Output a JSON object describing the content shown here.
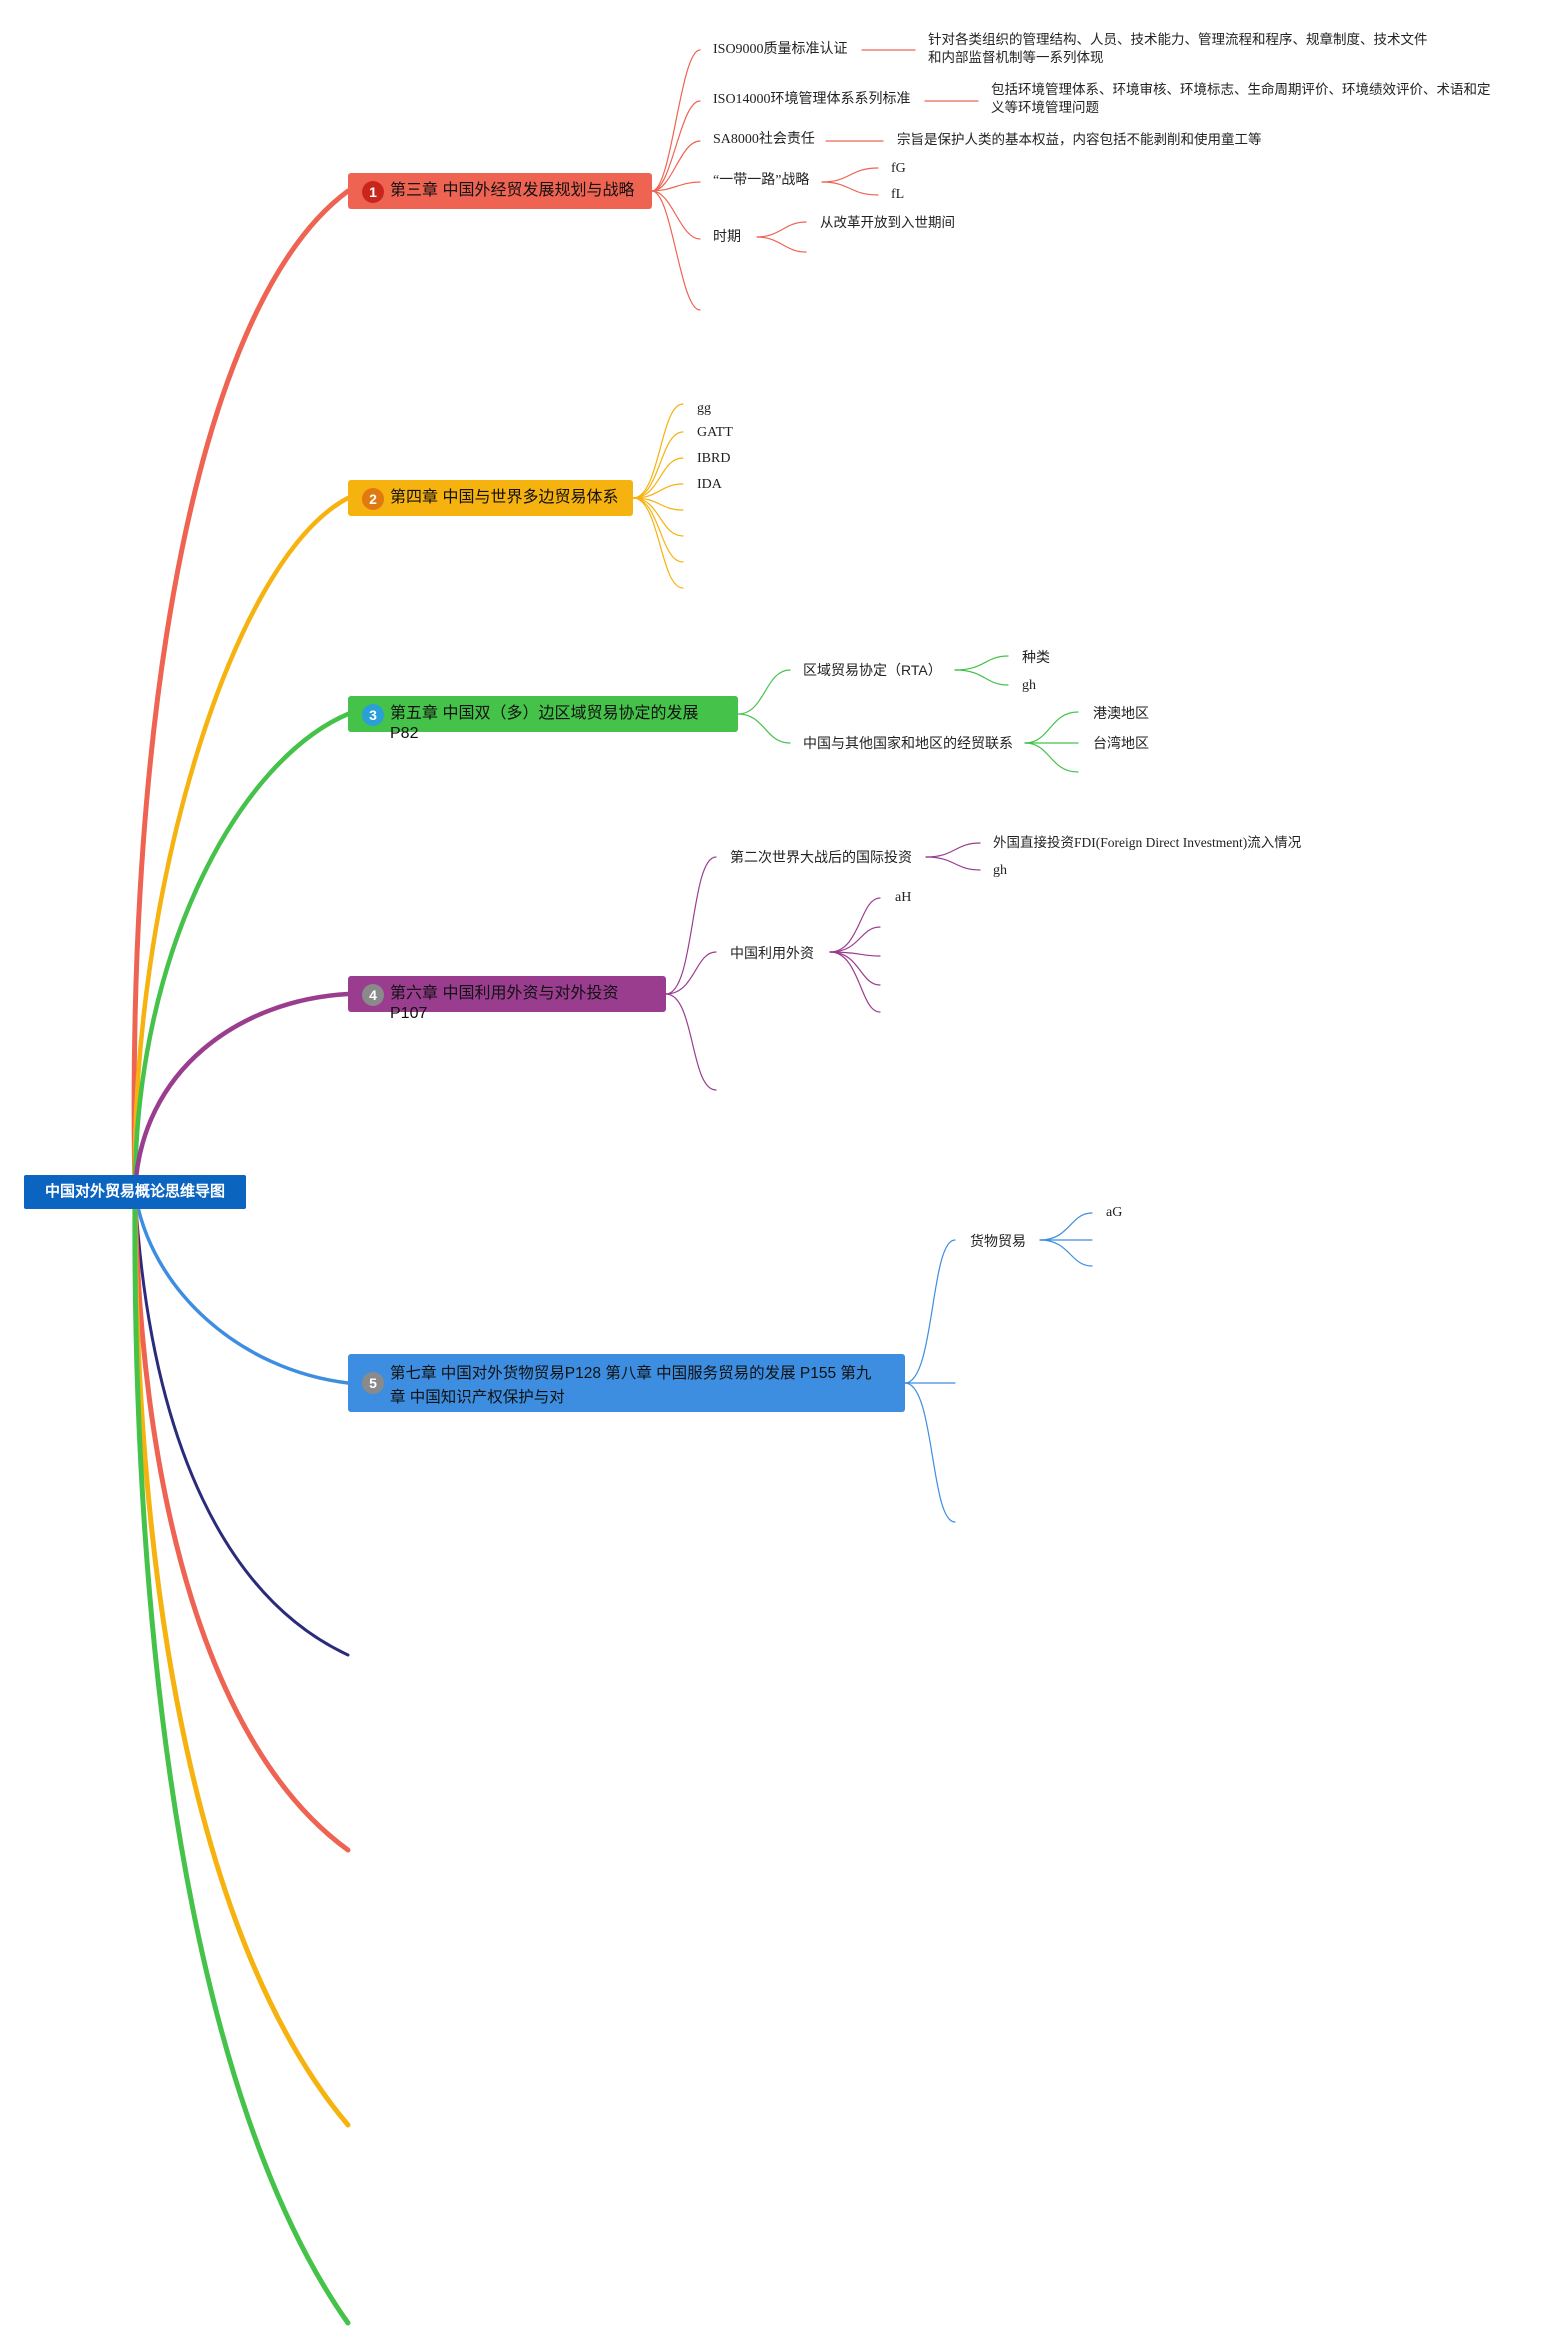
{
  "root": {
    "label": "中国对外贸易概论思维导图"
  },
  "colors": {
    "red": "#ef6352",
    "yellow": "#f6b20e",
    "green": "#45c24a",
    "purple": "#9a3d8f",
    "blue": "#3d8ee0",
    "navy": "#2b2b7b",
    "root": "#0b64c0"
  },
  "branches": [
    {
      "label": "第三章 中国外经贸发展规划与战略",
      "badge": "1",
      "children": [
        {
          "label": "ISO9000质量标准认证",
          "children": [
            {
              "label": "针对各类组织的管理结构、人员、技术能力、管理流程和程序、规章制度、技术文件和内部监督机制等一系列体现"
            }
          ]
        },
        {
          "label": "ISO14000环境管理体系系列标准",
          "children": [
            {
              "label": "包括环境管理体系、环境审核、环境标志、生命周期评价、环境绩效评价、术语和定义等环境管理问题"
            }
          ]
        },
        {
          "label": "SA8000社会责任",
          "children": [
            {
              "label": "宗旨是保护人类的基本权益，内容包括不能剥削和使用童工等"
            }
          ]
        },
        {
          "label": "“一带一路”战略",
          "children": [
            {
              "label": "fG"
            },
            {
              "label": "fL"
            }
          ]
        },
        {
          "label": "时期",
          "children": [
            {
              "label": "从改革开放到入世期间"
            }
          ]
        }
      ]
    },
    {
      "label": "第四章 中国与世界多边贸易体系",
      "badge": "2",
      "children": [
        {
          "label": "gg"
        },
        {
          "label": "GATT"
        },
        {
          "label": "IBRD"
        },
        {
          "label": "IDA"
        }
      ]
    },
    {
      "label": "第五章 中国双（多）边区域贸易协定的发展P82",
      "badge": "3",
      "children": [
        {
          "label": "区域贸易协定（RTA）",
          "children": [
            {
              "label": "种类"
            },
            {
              "label": "gh"
            }
          ]
        },
        {
          "label": "中国与其他国家和地区的经贸联系",
          "children": [
            {
              "label": "港澳地区"
            },
            {
              "label": "台湾地区"
            }
          ]
        }
      ]
    },
    {
      "label": "第六章 中国利用外资与对外投资P107",
      "badge": "4",
      "children": [
        {
          "label": "第二次世界大战后的国际投资",
          "children": [
            {
              "label": "外国直接投资FDI(Foreign Direct Investment)流入情况"
            },
            {
              "label": "gh"
            }
          ]
        },
        {
          "label": "中国利用外资",
          "children": [
            {
              "label": "aH"
            }
          ]
        }
      ]
    },
    {
      "label": "第七章 中国对外货物贸易P128 第八章 中国服务贸易的发展 P155 第九章 中国知识产权保护与对",
      "badge": "5",
      "children": [
        {
          "label": "货物贸易",
          "children": [
            {
              "label": "aG"
            }
          ]
        }
      ]
    }
  ]
}
